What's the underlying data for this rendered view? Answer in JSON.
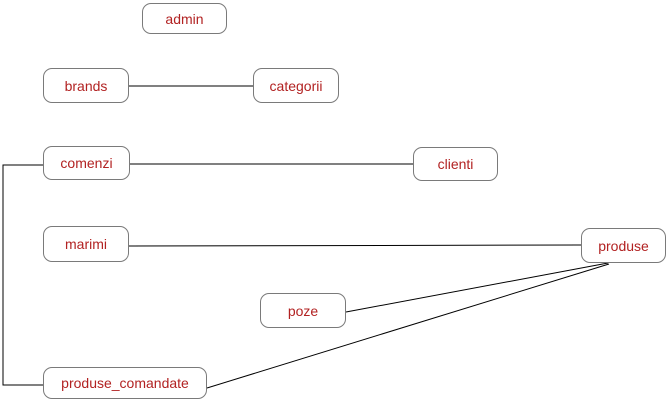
{
  "diagram": {
    "type": "database-relationship-diagram",
    "nodes": [
      {
        "id": "admin",
        "label": "admin"
      },
      {
        "id": "brands",
        "label": "brands"
      },
      {
        "id": "categorii",
        "label": "categorii"
      },
      {
        "id": "comenzi",
        "label": "comenzi"
      },
      {
        "id": "clienti",
        "label": "clienti"
      },
      {
        "id": "marimi",
        "label": "marimi"
      },
      {
        "id": "produse",
        "label": "produse"
      },
      {
        "id": "poze",
        "label": "poze"
      },
      {
        "id": "produse_comandate",
        "label": "produse_comandate"
      }
    ],
    "edges": [
      {
        "from": "brands",
        "to": "categorii"
      },
      {
        "from": "comenzi",
        "to": "clienti"
      },
      {
        "from": "comenzi",
        "to": "produse_comandate"
      },
      {
        "from": "marimi",
        "to": "produse"
      },
      {
        "from": "poze",
        "to": "produse"
      },
      {
        "from": "produse_comandate",
        "to": "produse"
      }
    ],
    "colors": {
      "node_text": "#b22222",
      "node_border": "#7a7a7a",
      "edge_line": "#000000",
      "background": "#ffffff"
    }
  }
}
